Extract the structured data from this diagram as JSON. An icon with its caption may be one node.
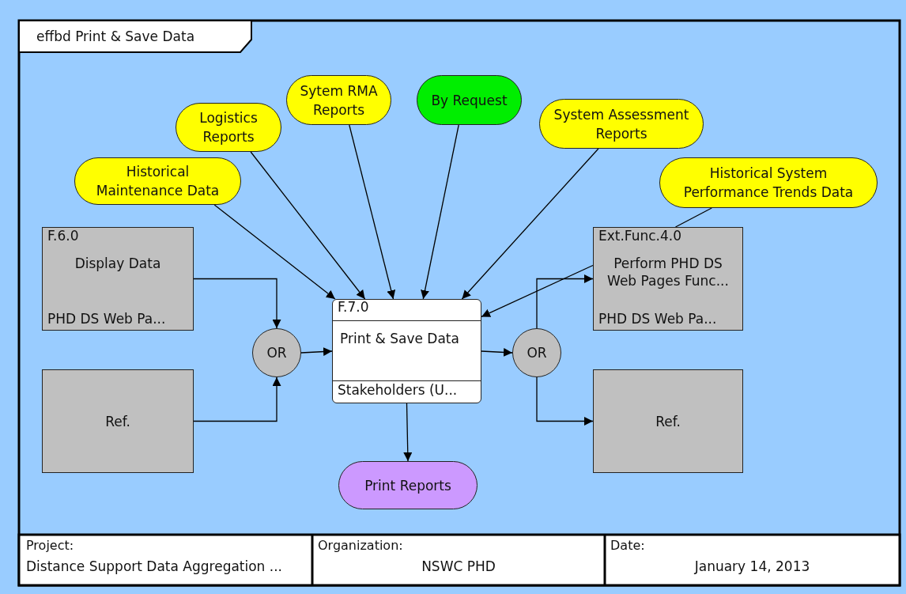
{
  "diagram": {
    "title": "effbd Print & Save Data",
    "nodes": [
      {
        "text": [
          "Logistics Reports"
        ]
      },
      {
        "text": [
          "Sytem RMA Reports"
        ]
      },
      {
        "text": [
          "By Request"
        ]
      },
      {
        "text": [
          "System Assessment Reports"
        ]
      },
      {
        "text": [
          "Historical Maintenance Data"
        ]
      },
      {
        "text": [
          "Historical System Performance Trends Data"
        ]
      },
      {
        "text": [
          "F.6.0",
          "Display Data",
          "PHD DS Web Pa..."
        ]
      },
      {
        "text": [
          "Ext.Func.4.0",
          "Perform PHD DS Web Pages Func...",
          "PHD DS Web Pa..."
        ]
      },
      {
        "text": [
          "OR"
        ]
      },
      {
        "text": [
          "F.7.0",
          "Print & Save Data",
          "Stakeholders (U..."
        ]
      },
      {
        "text": [
          "OR"
        ]
      },
      {
        "text": [
          "Ref."
        ]
      },
      {
        "text": [
          "Ref."
        ]
      },
      {
        "text": [
          "Print Reports"
        ]
      }
    ],
    "edges": [
      {
        "from": 0,
        "to": 9,
        "arrow": "to"
      },
      {
        "from": 1,
        "to": 9,
        "arrow": "to"
      },
      {
        "from": 2,
        "to": 9,
        "arrow": "to"
      },
      {
        "from": 3,
        "to": 9,
        "arrow": "to"
      },
      {
        "from": 4,
        "to": 9,
        "arrow": "to"
      },
      {
        "from": 5,
        "to": 7,
        "arrow": "none"
      },
      {
        "from": 7,
        "to": 9,
        "arrow": "to"
      },
      {
        "from": 6,
        "to": 8,
        "arrow": "to"
      },
      {
        "from": 11,
        "to": 8,
        "arrow": "to"
      },
      {
        "from": 8,
        "to": 9,
        "arrow": "to"
      },
      {
        "from": 9,
        "to": 10,
        "arrow": "to"
      },
      {
        "from": 10,
        "to": 7,
        "arrow": "to"
      },
      {
        "from": 10,
        "to": 12,
        "arrow": "to"
      },
      {
        "from": 9,
        "to": 13,
        "arrow": "to"
      }
    ],
    "labels": [
      "Project:",
      "Distance Support Data Aggregation ...",
      "Organization:",
      "NSWC PHD",
      "Date:",
      "January 14, 2013"
    ]
  }
}
